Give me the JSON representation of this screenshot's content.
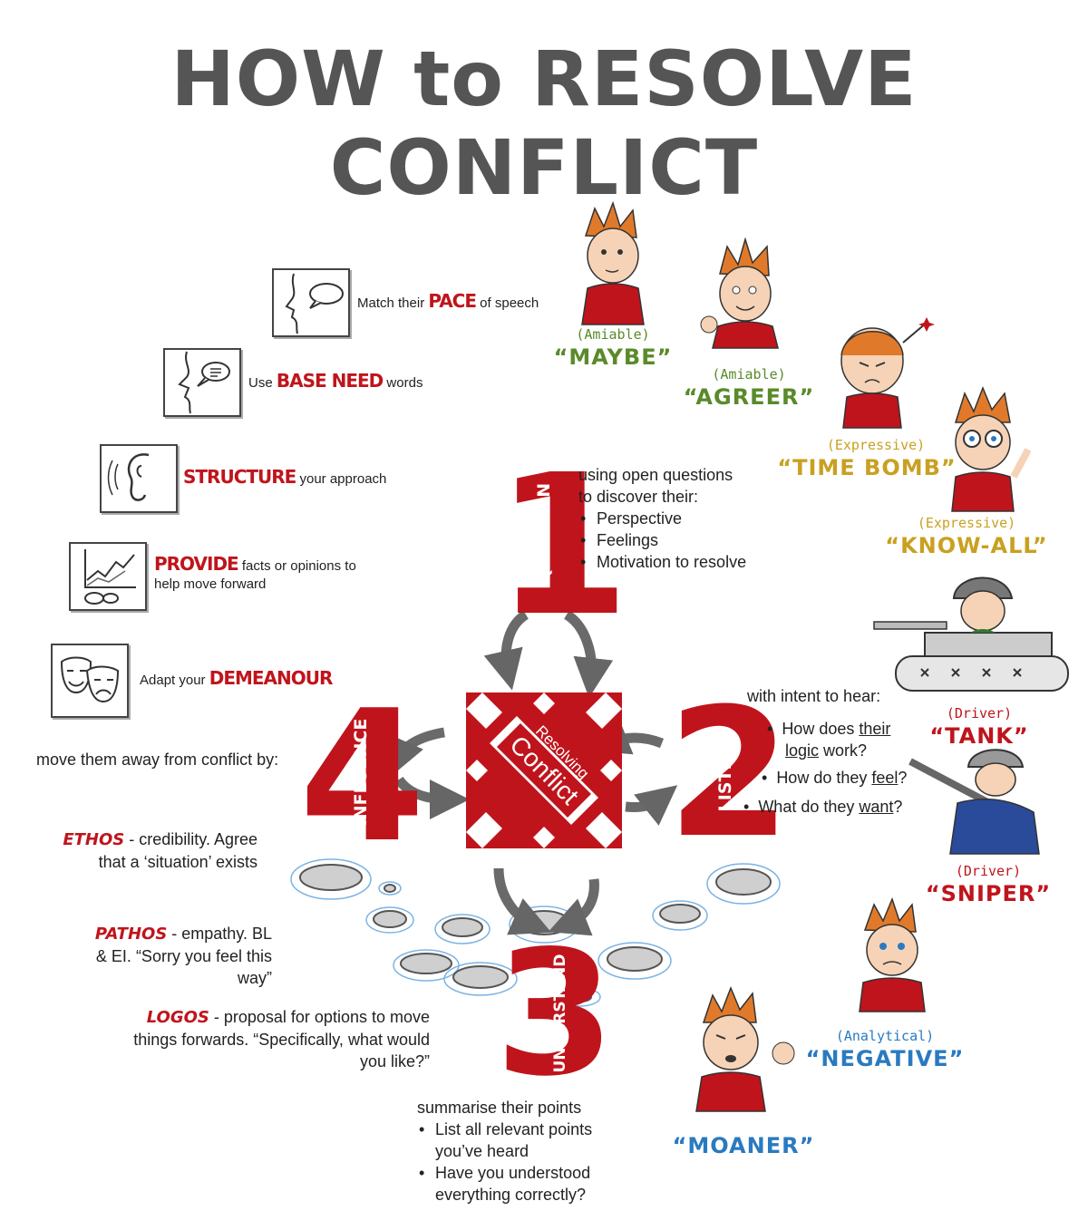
{
  "title": "HOW to RESOLVE CONFLICT",
  "colors": {
    "red": "#c0141c",
    "gray": "#555555",
    "green": "#5a8a2a",
    "gold": "#c9a020",
    "blue": "#2a7ac0"
  },
  "center": {
    "line1": "Resolving",
    "line2": "Conflict"
  },
  "tips": [
    {
      "pre": "Match their ",
      "key": "PACE",
      "post": " of speech",
      "icon": "speech-bubble-icon"
    },
    {
      "pre": "Use ",
      "key": "BASE NEED",
      "post": " words",
      "icon": "talking-face-icon"
    },
    {
      "pre": "",
      "key": "STRUCTURE",
      "post": " your approach",
      "icon": "ear-icon"
    },
    {
      "pre": "",
      "key": "PROVIDE",
      "post": " facts or opinions to",
      "post2": "help move forward",
      "icon": "chart-icon"
    },
    {
      "pre": "Adapt your ",
      "key": "DEMEANOUR",
      "post": "",
      "icon": "theatre-masks-icon"
    }
  ],
  "steps": {
    "question": {
      "number": "1",
      "label": "QUESTION",
      "intro1": "using open questions",
      "intro2": "to discover their:",
      "bullets": [
        "Perspective",
        "Feelings",
        "Motivation to resolve"
      ]
    },
    "listen": {
      "number": "2",
      "label": "LISTEN",
      "intro": "with intent to hear:",
      "b1_pre": "How does ",
      "b1_u": "their",
      "b1_u2": "logic",
      "b1_post": " work?",
      "b2_pre": "How do they ",
      "b2_u": "feel",
      "b2_post": "?",
      "b3_pre": "What do they ",
      "b3_u": "want",
      "b3_post": "?"
    },
    "understand": {
      "number": "3",
      "label": "UNDERSTAND",
      "intro": "summarise their points",
      "b1a": "List all relevant points",
      "b1b": "you’ve heard",
      "b2a": "Have you understood",
      "b2b": "everything correctly?"
    },
    "influence": {
      "number": "4",
      "label": "INFLUENCE",
      "intro": "move them away from conflict by:"
    }
  },
  "rhetoric": [
    {
      "term": "ETHOS",
      "line1": " - credibility. Agree",
      "line2": "that a ‘situation’ exists"
    },
    {
      "term": "PATHOS",
      "line1": " - empathy. BL",
      "line2": "& EI. “Sorry you feel this",
      "line3": "way”"
    },
    {
      "term": "LOGOS",
      "line1": " - proposal for options to move",
      "line2": "things forwards. “Specifically, what would",
      "line3": "you like?”"
    }
  ],
  "personas": [
    {
      "type": "(Amiable)",
      "nick": "“MAYBE”",
      "color": "#5a8a2a"
    },
    {
      "type": "(Amiable)",
      "nick": "“AGREER”",
      "color": "#5a8a2a"
    },
    {
      "type": "(Expressive)",
      "nick": "“TIME BOMB”",
      "color": "#c9a020"
    },
    {
      "type": "(Expressive)",
      "nick": "“KNOW-ALL”",
      "color": "#c9a020"
    },
    {
      "type": "(Driver)",
      "nick": "“TANK”",
      "color": "#c0141c"
    },
    {
      "type": "(Driver)",
      "nick": "“SNIPER”",
      "color": "#c0141c"
    },
    {
      "type": "(Analytical)",
      "nick": "“NEGATIVE”",
      "color": "#2a7ac0"
    },
    {
      "type": "(Analytical)",
      "nick": "“MOANER”",
      "color": "#2a7ac0"
    }
  ]
}
